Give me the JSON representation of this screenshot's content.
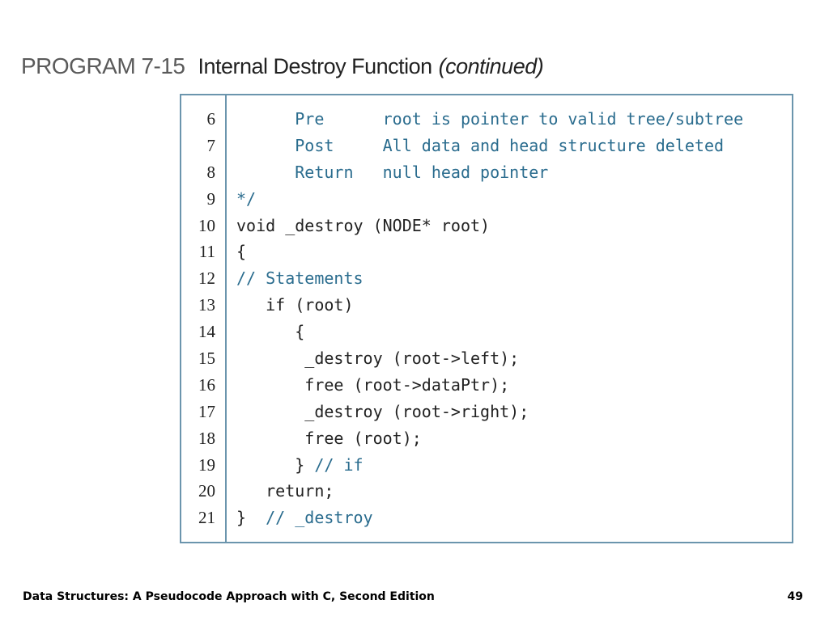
{
  "title": {
    "program": "PROGRAM 7-15",
    "name": "Internal Destroy Function",
    "continued": "(continued)"
  },
  "code_lines": [
    {
      "num": "6",
      "segments": [
        {
          "text": "      Pre      root is pointer to valid tree/subtree",
          "style": "cmt"
        }
      ]
    },
    {
      "num": "7",
      "segments": [
        {
          "text": "      Post     All data and head structure deleted",
          "style": "cmt"
        }
      ]
    },
    {
      "num": "8",
      "segments": [
        {
          "text": "      Return   null head pointer",
          "style": "cmt"
        }
      ]
    },
    {
      "num": "9",
      "segments": [
        {
          "text": "*/",
          "style": "cmt"
        }
      ]
    },
    {
      "num": "10",
      "segments": [
        {
          "text": "void _destroy (NODE* root)",
          "style": "kw"
        }
      ]
    },
    {
      "num": "11",
      "segments": [
        {
          "text": "{",
          "style": "kw"
        }
      ]
    },
    {
      "num": "12",
      "segments": [
        {
          "text": "// Statements",
          "style": "cmt"
        }
      ]
    },
    {
      "num": "13",
      "segments": [
        {
          "text": "   if (root)",
          "style": "kw"
        }
      ]
    },
    {
      "num": "14",
      "segments": [
        {
          "text": "      {",
          "style": "kw"
        }
      ]
    },
    {
      "num": "15",
      "segments": [
        {
          "text": "       _destroy (root->left);",
          "style": "kw"
        }
      ]
    },
    {
      "num": "16",
      "segments": [
        {
          "text": "       free (root->dataPtr);",
          "style": "kw"
        }
      ]
    },
    {
      "num": "17",
      "segments": [
        {
          "text": "       _destroy (root->right);",
          "style": "kw"
        }
      ]
    },
    {
      "num": "18",
      "segments": [
        {
          "text": "       free (root);",
          "style": "kw"
        }
      ]
    },
    {
      "num": "19",
      "segments": [
        {
          "text": "      } ",
          "style": "kw"
        },
        {
          "text": "// if",
          "style": "cmt"
        }
      ]
    },
    {
      "num": "20",
      "segments": [
        {
          "text": "   return;",
          "style": "kw"
        }
      ]
    },
    {
      "num": "21",
      "segments": [
        {
          "text": "}  ",
          "style": "kw"
        },
        {
          "text": "// _destroy",
          "style": "cmt"
        }
      ]
    }
  ],
  "footer": {
    "book": "Data Structures: A Pseudocode Approach with C, Second Edition",
    "page": "49"
  },
  "colors": {
    "border": "#6b95ad",
    "comment": "#2a6c8e",
    "code": "#222222"
  }
}
